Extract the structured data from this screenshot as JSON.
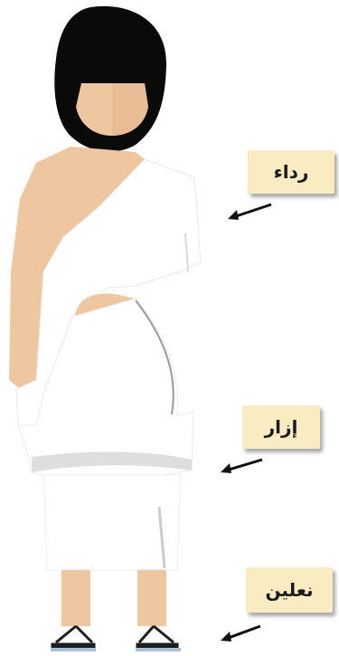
{
  "labels": {
    "ridaa": "رداء",
    "izar": "إزار",
    "naalain": "نعلين"
  },
  "colors": {
    "skin": "#eec7a1",
    "hair": "#0a0a0a",
    "label_bg": "#f9ebc2",
    "arrow": "#111111",
    "cloth": "#ffffff",
    "sandal": "#1e1e1e"
  }
}
